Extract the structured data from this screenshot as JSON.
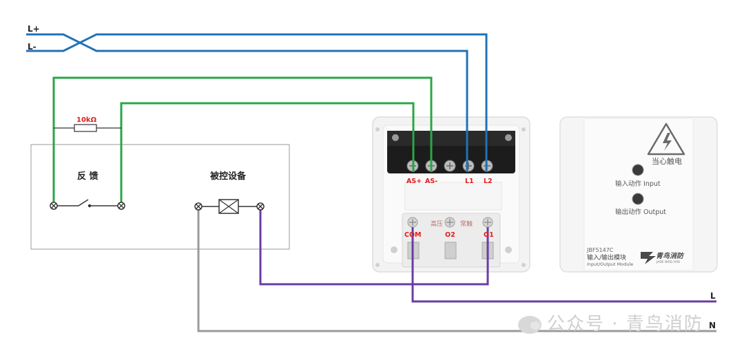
{
  "lines": {
    "lplus": "L+",
    "lminus": "L-",
    "l": "L",
    "n": "N"
  },
  "resistor": "10kΩ",
  "controlled_box": {
    "feedback": "反 馈",
    "device": "被控设备"
  },
  "module_terminals": {
    "top": [
      "AS+",
      "AS-",
      "L1",
      "L2"
    ],
    "bottom": [
      "COM",
      "O2",
      "O1"
    ],
    "silk": [
      "高压",
      "常触"
    ]
  },
  "panel": {
    "warning": "当心触电",
    "input_led": "输入动作 Input",
    "output_led": "输出动作 Output",
    "model": "JBF5147C",
    "name_cn": "输入/输出模块",
    "name_en": "Input/Output Module",
    "brand_cn": "青鸟消防",
    "brand_en": "JADE BIRD FIRE"
  },
  "watermark": "公众号 · 青鸟消防",
  "colors": {
    "bus": "#1f72b8",
    "feedback": "#28a745",
    "output": "#6a3ba3",
    "neutral": "#9a9a9a",
    "terminal_label": "#e01c1c"
  }
}
